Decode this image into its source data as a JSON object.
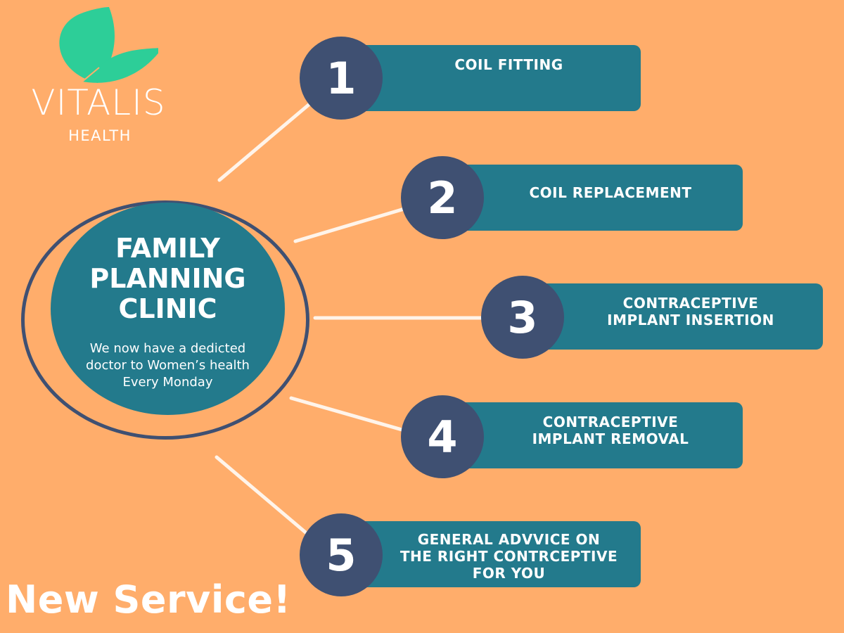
{
  "brand": {
    "name": "VITALIS",
    "sub": "HEALTH",
    "leaf_color": "#2dce98",
    "leaf_icon": "leaf-icon"
  },
  "hub": {
    "title": "FAMILY\nPLANNING\nCLINIC",
    "description": "We now have a dedicted doctor to Women’s health Every Monday",
    "ring_color": "#3f5072",
    "fill_color": "#237a8c"
  },
  "steps": [
    {
      "number": "1",
      "label": "COIL FITTING"
    },
    {
      "number": "2",
      "label": "COIL REPLACEMENT"
    },
    {
      "number": "3",
      "label": "CONTRACEPTIVE\nIMPLANT INSERTION"
    },
    {
      "number": "4",
      "label": "CONTRACEPTIVE\nIMPLANT REMOVAL"
    },
    {
      "number": "5",
      "label": "GENERAL ADVVICE ON\nTHE RIGHT CONTRCEPTIVE\nFOR YOU"
    }
  ],
  "banner": "New Service!",
  "colors": {
    "background": "#ffad6b",
    "bar": "#237a8c",
    "number_circle": "#3f5072",
    "connector": "#fff4ea",
    "text": "#ffffff"
  }
}
